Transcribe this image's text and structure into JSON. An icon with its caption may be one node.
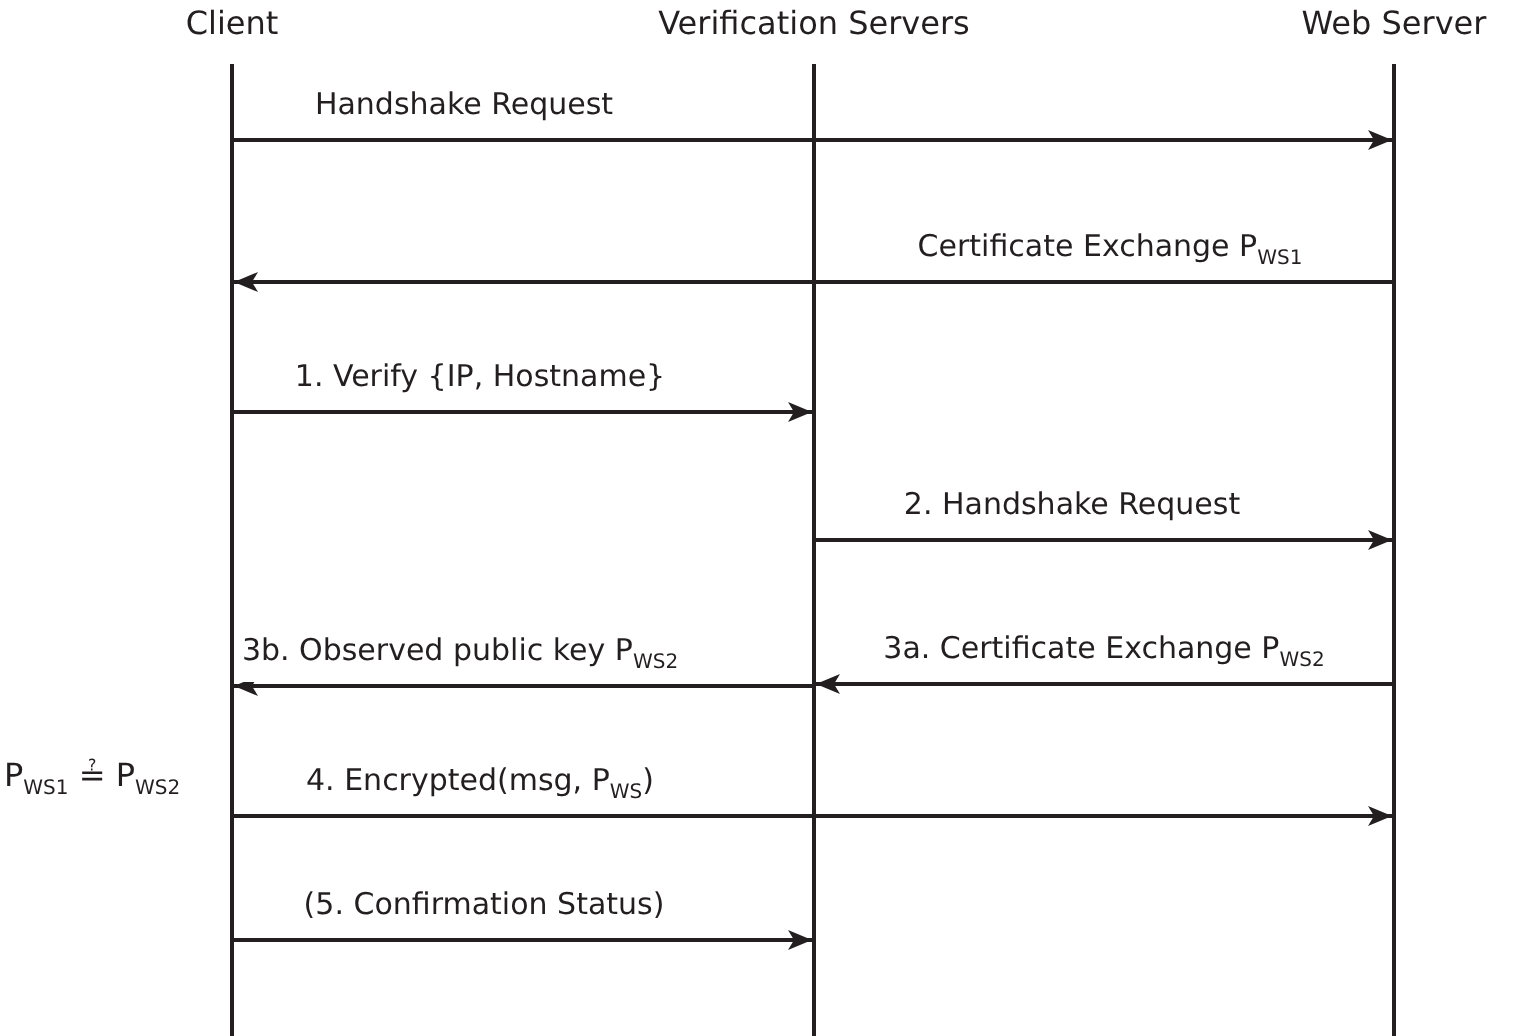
{
  "diagram": {
    "nodes": [
      {
        "text": [],
        "shape": "bar",
        "beside": [
          "Client"
        ]
      },
      {
        "text": [],
        "shape": "bar",
        "beside": [
          "Verification Servers"
        ]
      },
      {
        "text": [],
        "shape": "bar",
        "beside": [
          "Web Server"
        ]
      }
    ],
    "edges": [
      {
        "from": 0,
        "to": 2,
        "arrow": "to",
        "label": "Handshake Request"
      },
      {
        "from": 2,
        "to": 0,
        "arrow": "to",
        "label": "Certificate Exchange P$_{WS1}$"
      },
      {
        "from": 0,
        "to": 1,
        "arrow": "to",
        "label": "1. Verify {IP, Hostname}"
      },
      {
        "from": 1,
        "to": 2,
        "arrow": "to",
        "label": "2. Handshake Request"
      },
      {
        "from": 2,
        "to": 1,
        "arrow": "to",
        "label": "3a. Certificate Exchange P$_{WS2}$"
      },
      {
        "from": 1,
        "to": 0,
        "arrow": "to",
        "label": "3b. Observed public key P$_{WS2}$"
      },
      {
        "from": 0,
        "to": 2,
        "arrow": "to",
        "label": "4. Encrypted(msg, P$_{WS}$)"
      },
      {
        "from": 0,
        "to": 1,
        "arrow": "to",
        "label": "(5. Confirmation Status)"
      }
    ],
    "labels": [
      "P$_{WS1}$ ≟ P$_{WS2}$"
    ]
  }
}
